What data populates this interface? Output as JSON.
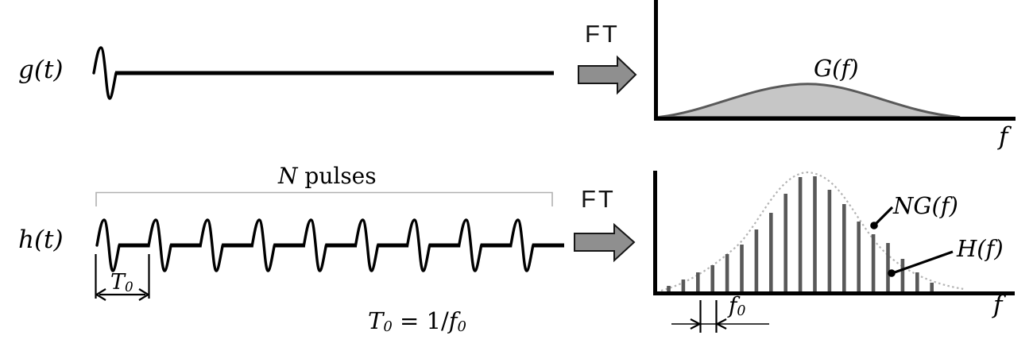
{
  "labels": {
    "g_time": "g(t)",
    "h_time": "h(t)",
    "g_freq": "G(f)",
    "ng_envelope": "NG(f)",
    "h_freq": "H(f)",
    "f_axis": "f",
    "ft": "FT",
    "n_pulses": {
      "variable": "N",
      "text": " pulses"
    },
    "t0": {
      "base": "T",
      "sub": "0"
    },
    "f0": {
      "base": "f",
      "sub": "0"
    },
    "equation": {
      "lhs": "T",
      "lhs_sub": "0",
      "relation": " = 1/",
      "rhs": "f",
      "rhs_sub": "0"
    }
  },
  "colors": {
    "ink": "#000000",
    "gray_fill": "#c6c6c6",
    "gray_stroke": "#595959",
    "bar": "#595959",
    "envelope": "#b4b4b4",
    "arrow_fill": "#8f8f8f",
    "bracket": "#b0b0b0"
  },
  "time_signals": {
    "g_pulse_count": 1,
    "h_pulse_count": 9
  },
  "chart_data": [
    {
      "type": "area",
      "title": "G(f)",
      "xlabel": "f",
      "series_note": "smooth broadband bell-shaped spectrum of a single pulse, filled gray",
      "peak_x_fraction": 0.4,
      "grid": false
    },
    {
      "type": "bar",
      "title": "H(f)",
      "xlabel": "f",
      "values": [
        8,
        16,
        25,
        34,
        48,
        60,
        79,
        100,
        124,
        145,
        146,
        129,
        111,
        89,
        73,
        62,
        42,
        25,
        12
      ],
      "envelope": "NG(f) dotted bell curve",
      "line_spacing_label": "f0",
      "grid": false
    }
  ]
}
